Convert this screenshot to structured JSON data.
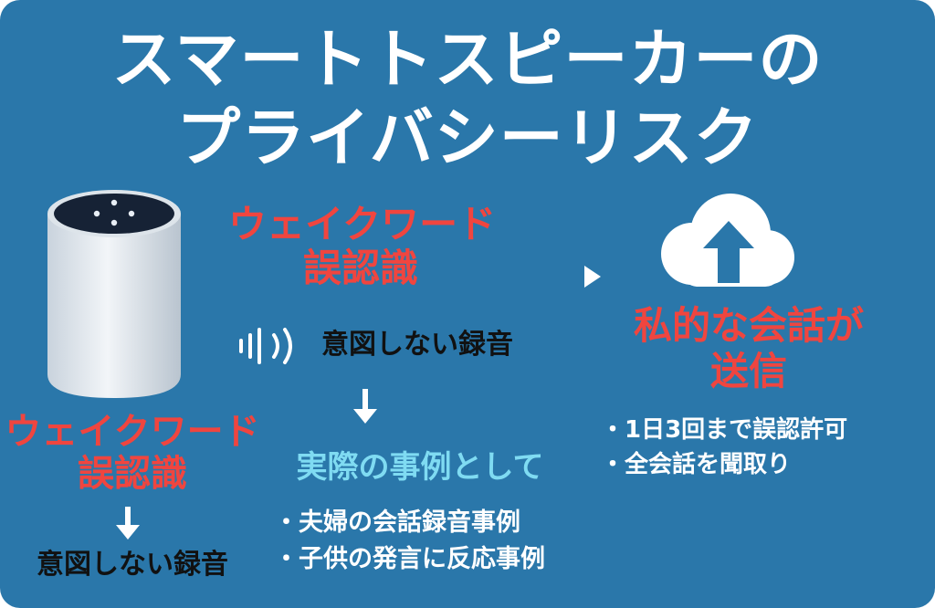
{
  "title": {
    "line1": "スマートトスピーカーの",
    "line2": "プライバシーリスク"
  },
  "left": {
    "heading_line1": "ウェイクワード",
    "heading_line2": "誤認識",
    "result": "意図しない録音"
  },
  "middle": {
    "heading_line1": "ウェイクワード",
    "heading_line2": "誤認識",
    "sound_caption": "意図しない録音",
    "examples_heading": "実際の事例として",
    "examples": [
      "・夫婦の会話録音事例",
      "・子供の発言に反応事例"
    ]
  },
  "right": {
    "heading_line1": "私的な会話が",
    "heading_line2": "送信",
    "points": [
      "・1日3回まで誤認許可",
      "・全会話を聞取り"
    ]
  },
  "icons": [
    "smart-speaker-icon",
    "sound-waves-icon",
    "arrow-down-icon",
    "play-triangle-icon",
    "cloud-upload-icon"
  ],
  "colors": {
    "background": "#2a77aa",
    "accent_red": "#f0453f",
    "accent_cyan": "#7fdbf2",
    "text_dark": "#111111",
    "text_white": "#ffffff"
  }
}
